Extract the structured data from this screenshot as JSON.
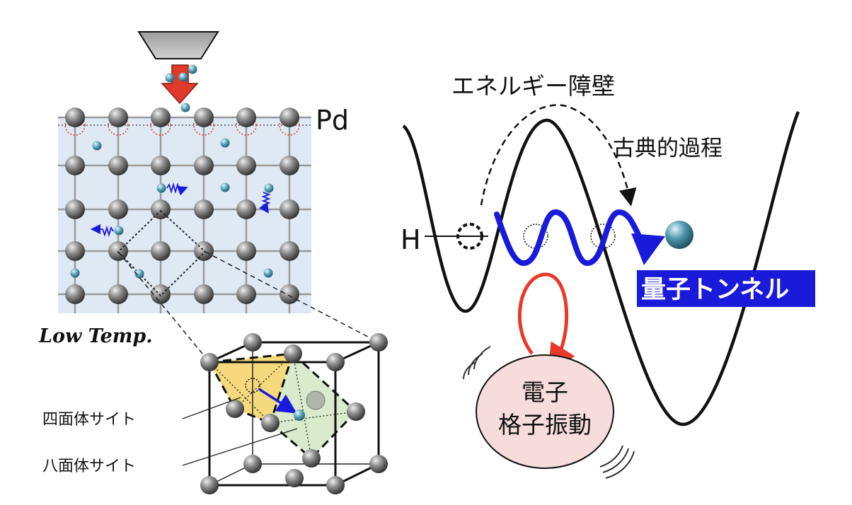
{
  "labels": {
    "pd": "Pd",
    "low_temp": "Low Temp.",
    "tetrahedral": "四面体サイト",
    "octahedral": "八面体サイト",
    "barrier": "エネルギー障壁",
    "classical": "古典的過程",
    "hydrogen": "H",
    "tunnel": "量子トンネル",
    "electron": "電子",
    "phonon": "格子振動"
  },
  "colors": {
    "pd_atom": "#6b6b6b",
    "h_atom": "#5aa3b8",
    "lattice_bg": "#dfe9f3",
    "grid_line": "#9a9a9a",
    "source_arrow": "#e23a2a",
    "tunnel_blue": "#1a1adb",
    "feedback_red": "#e83a2a",
    "tetra_fill": "#f2cf5b",
    "octa_fill": "#cfe6bf",
    "bubble_fill": "#f7dcdc"
  },
  "icons": {
    "source": "nozzle-icon",
    "vibration": "vibration-arc-icon"
  }
}
